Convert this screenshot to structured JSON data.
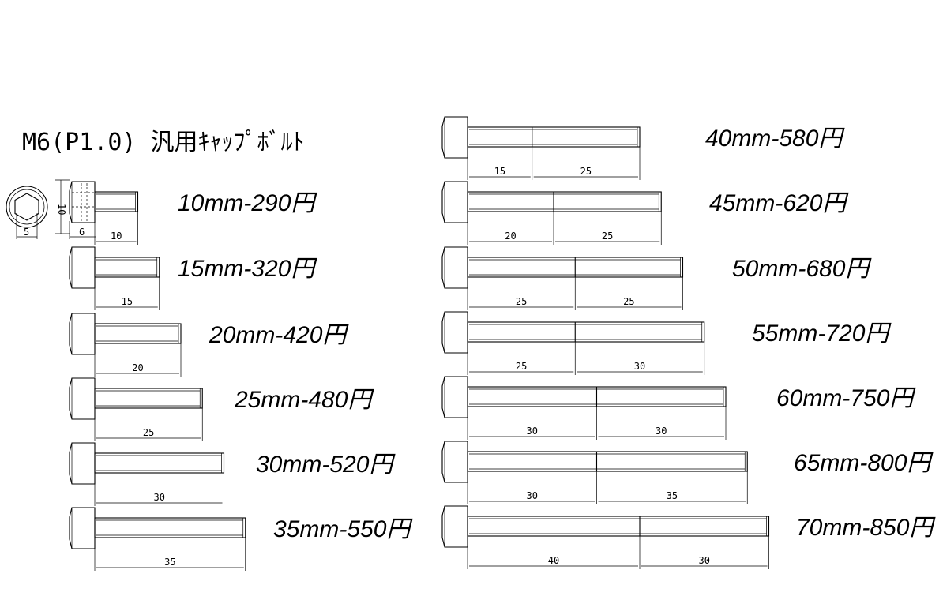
{
  "title": "M6(P1.0) 汎用ｷｬｯﾌﾟﾎﾞﾙﾄ",
  "detail": {
    "head_diameter": "10",
    "hex_size": "5",
    "head_length": "6",
    "thread_length": "10"
  },
  "bolts": [
    {
      "price": "10mm-290円",
      "segments": [
        "10"
      ]
    },
    {
      "price": "15mm-320円",
      "segments": [
        "15"
      ]
    },
    {
      "price": "20mm-420円",
      "segments": [
        "20"
      ]
    },
    {
      "price": "25mm-480円",
      "segments": [
        "25"
      ]
    },
    {
      "price": "30mm-520円",
      "segments": [
        "30"
      ]
    },
    {
      "price": "35mm-550円",
      "segments": [
        "35"
      ]
    },
    {
      "price": "40mm-580円",
      "segments": [
        "15",
        "25"
      ]
    },
    {
      "price": "45mm-620円",
      "segments": [
        "20",
        "25"
      ]
    },
    {
      "price": "50mm-680円",
      "segments": [
        "25",
        "25"
      ]
    },
    {
      "price": "55mm-720円",
      "segments": [
        "25",
        "30"
      ]
    },
    {
      "price": "60mm-750円",
      "segments": [
        "30",
        "30"
      ]
    },
    {
      "price": "65mm-800円",
      "segments": [
        "30",
        "35"
      ]
    },
    {
      "price": "70mm-850円",
      "segments": [
        "40",
        "30"
      ]
    }
  ]
}
